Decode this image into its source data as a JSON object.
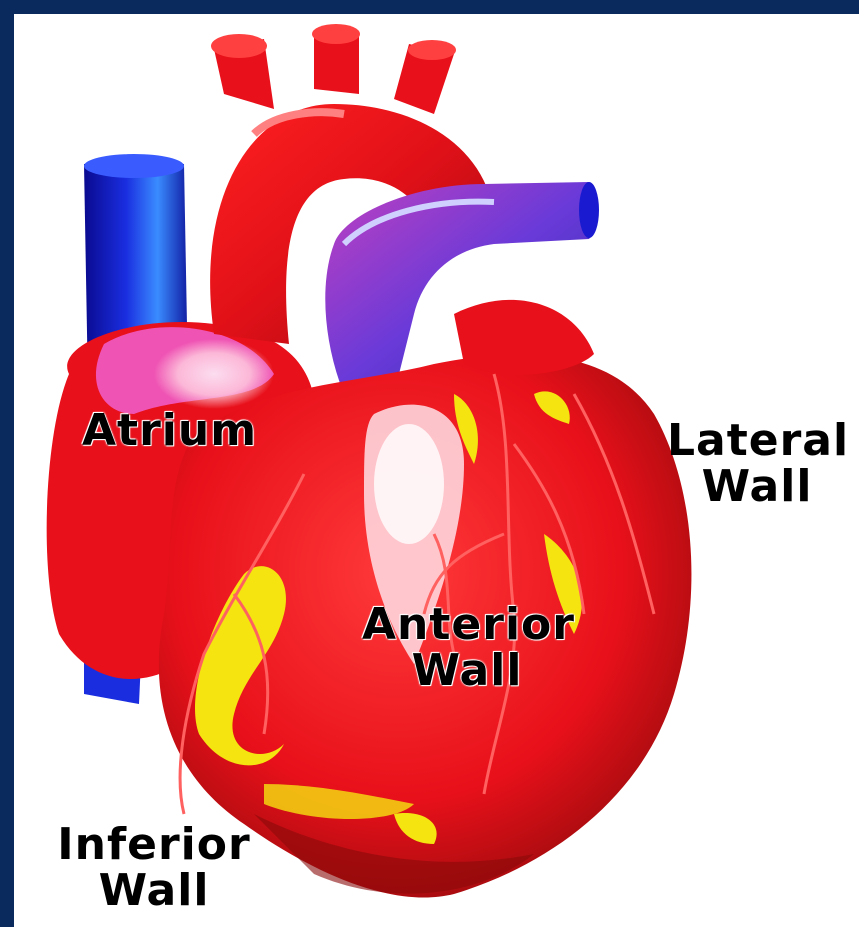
{
  "labels": {
    "atrium": "Atrium",
    "lateral_wall_line1": "Lateral",
    "lateral_wall_line2": "Wall",
    "anterior_wall_line1": "Anterior",
    "anterior_wall_line2": "Wall",
    "inferior_wall_line1": "Inferior",
    "inferior_wall_line2": "Wall"
  },
  "colors": {
    "frame": "#0a2a5e",
    "background": "#ffffff",
    "heart_red": "#e8101a",
    "vein_blue": "#1a2ee0",
    "fat_yellow": "#f5e410",
    "highlight_pink": "#f060d0"
  }
}
